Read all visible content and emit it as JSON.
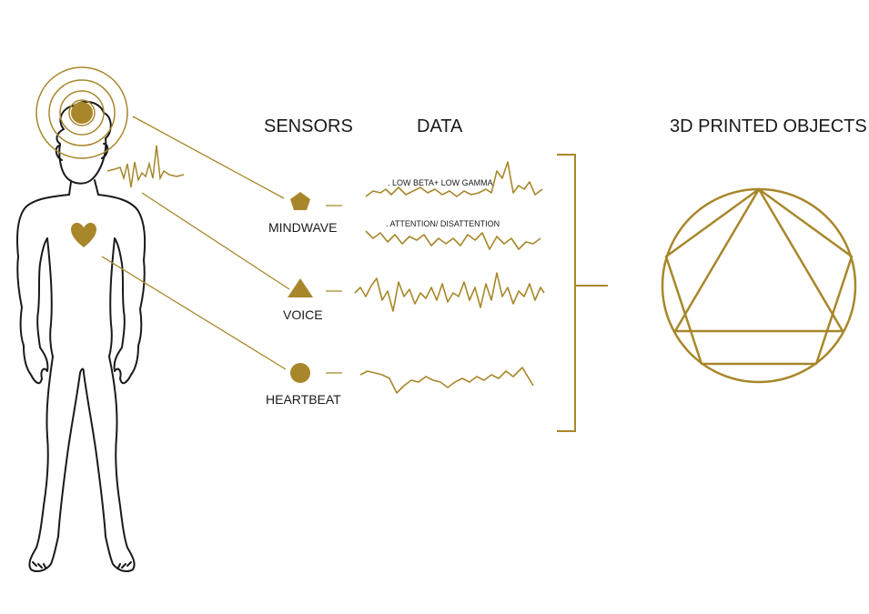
{
  "headers": {
    "sensors": "SENSORS",
    "data": "DATA",
    "objects": "3D PRINTED OBJECTS"
  },
  "sensors": [
    {
      "label": "MINDWAVE",
      "icon": "pentagon-icon"
    },
    {
      "label": "VOICE",
      "icon": "triangle-icon"
    },
    {
      "label": "HEARTBEAT",
      "icon": "circle-icon"
    }
  ],
  "signals": {
    "mindwave_top": ". LOW BETA+ LOW GAMMA",
    "mindwave_bottom": ". ATTENTION/ DISATTENTION"
  },
  "colors": {
    "accent": "#a8872b",
    "ink": "#1a1a1a"
  }
}
